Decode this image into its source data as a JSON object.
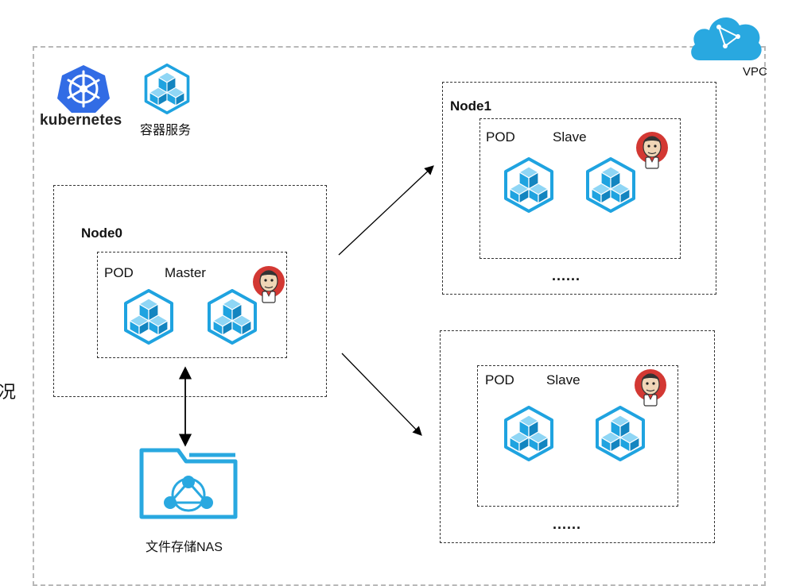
{
  "vpc": {
    "label": "VPC",
    "icon": "cloud-icon",
    "color": "#29a8e0"
  },
  "kubernetes": {
    "label": "kubernetes",
    "icon": "kubernetes-helm-icon",
    "color": "#326ce5"
  },
  "container_service": {
    "label": "容器服务",
    "icon": "cube-cluster-icon"
  },
  "left_edge_char": "况",
  "node0": {
    "title": "Node0",
    "pod": {
      "label": "POD",
      "role": "Master",
      "icon": "jenkins-icon"
    }
  },
  "node1": {
    "title": "Node1",
    "pod": {
      "label": "POD",
      "role": "Slave",
      "icon": "jenkins-icon"
    },
    "more": "......"
  },
  "node2": {
    "title": "",
    "pod": {
      "label": "POD",
      "role": "Slave",
      "icon": "jenkins-icon"
    },
    "more": "......"
  },
  "nas": {
    "label": "文件存储NAS",
    "icon": "nas-folder-icon",
    "color": "#29a8e0"
  },
  "colors": {
    "accent": "#1fa3e0",
    "accent_dark": "#1385c0",
    "accent_light": "#8fd6f5"
  }
}
